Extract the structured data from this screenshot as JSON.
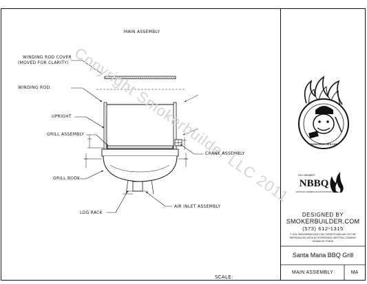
{
  "drawing": {
    "title": "MAIN ASSEMBLY",
    "scale_label": "SCALE:",
    "watermark": "Copyright Smokerbuilder LLC 2011",
    "callouts": {
      "winding_rod_cover_1": "WINDING ROD COVER",
      "winding_rod_cover_2": "(MOVED FOR CLARITY)",
      "winding_rod": "WINDING ROD:",
      "upright": "UPRIGHT",
      "grill_assembly": "GRILL ASSEMBLY",
      "crank_assembly": "CRANK ASSEMBLY",
      "grill_body": "GRILL BODY",
      "log_rack": "LOG RACK",
      "air_inlet": "AIR INLET ASSEMBLY"
    }
  },
  "title_block": {
    "badge_text": "SMOKERBUILDER.COM",
    "nbbq_small": "2012 MEMBER",
    "nbbq_logo": "NBBQ",
    "nbbq_caption": "NATIONAL BARBECUE ASSOCIATION",
    "designed_by": "DESIGNED BY",
    "company": "SMOKERBUILDER.COM",
    "phone": "(573) 612-1315",
    "copyright_1": "© 2011 SMOKERBUILDER.COM THESE PLANS MAY NOT BE",
    "copyright_2": "REPRODUCED WITHOUT EXPRESSED WRITTEN CONSENT.",
    "copyright_3": "DRAWN BY FOBJD",
    "project": "Santa Maria BBQ Grill",
    "sheet_name": "MAIN ASSEMBLY",
    "sheet_code": "MA"
  }
}
